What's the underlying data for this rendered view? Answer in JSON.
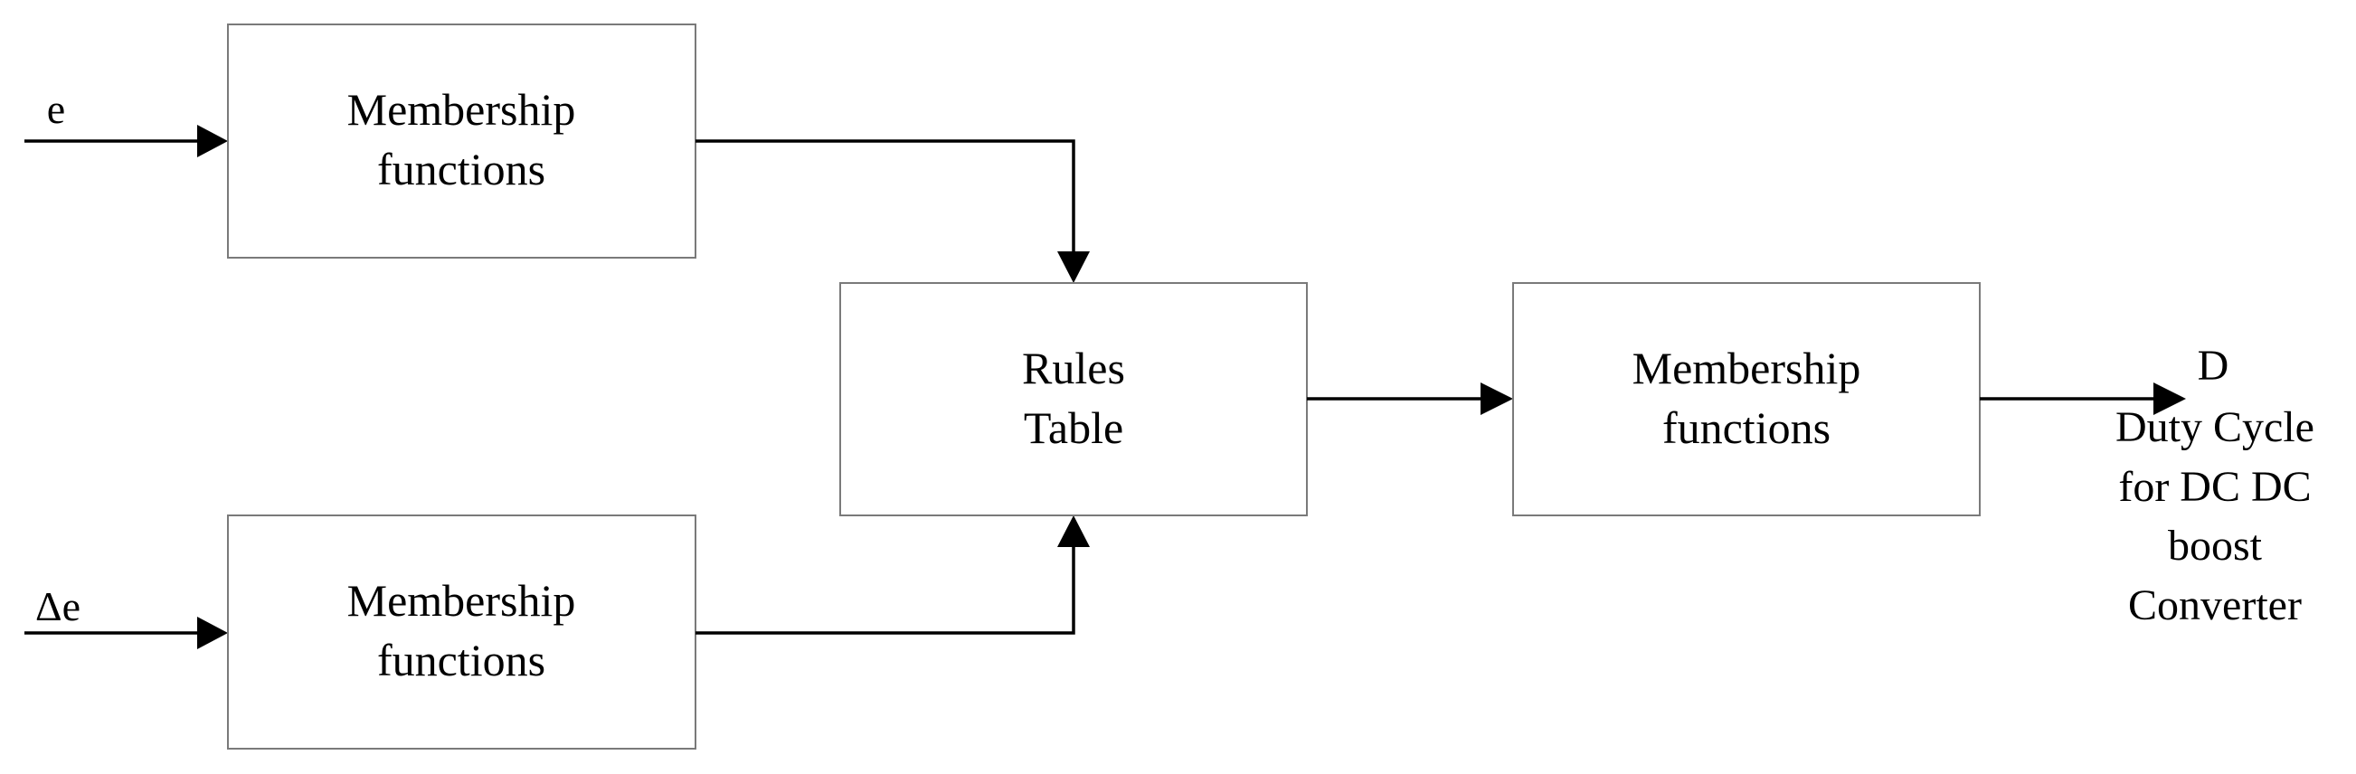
{
  "diagram": {
    "inputs": {
      "e_label": "e",
      "delta_e_label": "Δe"
    },
    "blocks": {
      "mf_top": {
        "line1": "Membership",
        "line2": "functions"
      },
      "mf_bottom": {
        "line1": "Membership",
        "line2": "functions"
      },
      "rules": {
        "line1": "Rules",
        "line2": "Table"
      },
      "mf_out": {
        "line1": "Membership",
        "line2": "functions"
      }
    },
    "output": {
      "symbol": "D",
      "caption": [
        "Duty Cycle",
        "for DC DC",
        "boost",
        "Converter"
      ]
    }
  }
}
